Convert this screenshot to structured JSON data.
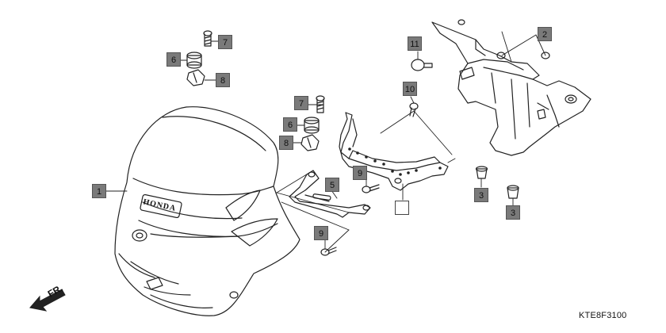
{
  "diagram": {
    "code": "KTE8F3100",
    "direction_label": "FR.",
    "brand_label": "HONDA",
    "callouts": [
      {
        "id": "label-1",
        "text": "1"
      },
      {
        "id": "label-2",
        "text": "2"
      },
      {
        "id": "label-3a",
        "text": "3"
      },
      {
        "id": "label-3b",
        "text": "3"
      },
      {
        "id": "label-5",
        "text": "5"
      },
      {
        "id": "label-6a",
        "text": "6"
      },
      {
        "id": "label-6b",
        "text": "6"
      },
      {
        "id": "label-7a",
        "text": "7"
      },
      {
        "id": "label-7b",
        "text": "7"
      },
      {
        "id": "label-8a",
        "text": "8"
      },
      {
        "id": "label-8b",
        "text": "8"
      },
      {
        "id": "label-9a",
        "text": "9"
      },
      {
        "id": "label-9b",
        "text": "9"
      },
      {
        "id": "label-10",
        "text": "10"
      },
      {
        "id": "label-11",
        "text": "11"
      }
    ]
  }
}
